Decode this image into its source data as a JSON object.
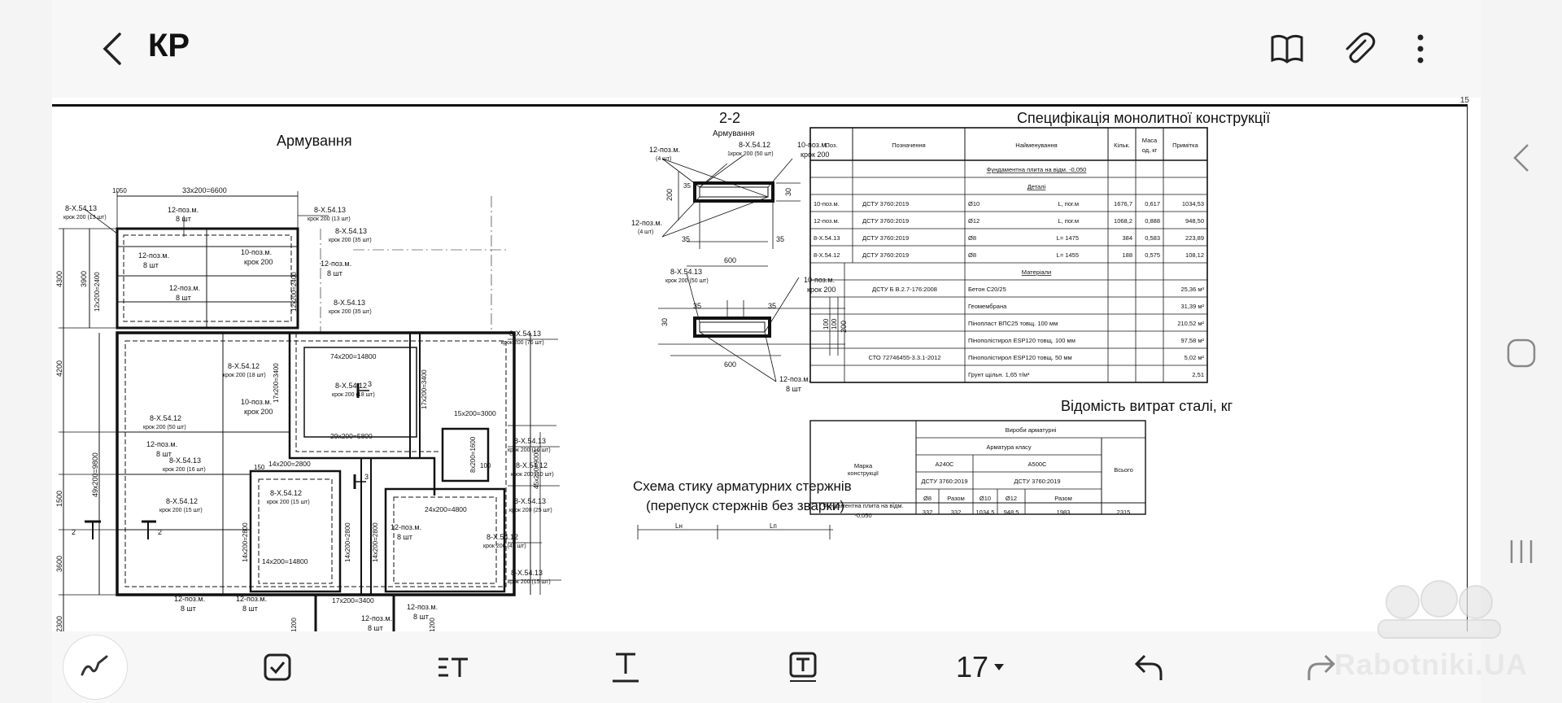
{
  "header": {
    "title": "КР",
    "icons": [
      "back-icon",
      "book-icon",
      "attachment-icon",
      "more-icon"
    ]
  },
  "page_number": "15",
  "drawing": {
    "left_title": "Армування",
    "dims": {
      "top": "33х200=6600",
      "left_a": "4300",
      "left_b": "3900",
      "left_c": "4200",
      "left_d": "49х200=9800",
      "left_e": "1500",
      "left_f": "3600",
      "left_g": "2300",
      "v1": "12х200=2400",
      "v2": "12х200=2400",
      "h1": "74х200=14800",
      "h2": "29х200=5800",
      "h3": "15х200=3000",
      "h4": "14х200=2800",
      "h5": "24х200=4800",
      "h6": "14х200=14800",
      "h7": "17х200=3400",
      "v3": "17х200=3400",
      "v4": "17х200=3400",
      "v5": "8х200=1600",
      "v6": "45х200=9000",
      "v7": "14х200=2800",
      "v8": "14х200=2800",
      "v9": "14х200=2800",
      "s1": "1050",
      "s2": "150",
      "s3": "100",
      "s4": "1200",
      "s5": "1200"
    },
    "callouts": {
      "c1": "8-Х.54.13",
      "c1b": "крок 200 (13 шт)",
      "c2": "12-поз.м.",
      "c2b": "8 шт",
      "c3": "8-Х.54.13",
      "c3b": "крок 200 (13 шт)",
      "c4": "8-Х.54.13",
      "c4b": "крок 200 (35 шт)",
      "c5": "10-поз.м.",
      "c5b": "крок 200",
      "c6": "12-поз.м.",
      "c6b": "8 шт",
      "c7": "12-поз.м.",
      "c7b": "8 шт",
      "c8": "12-поз.м.",
      "c8b": "8 шт",
      "c9": "8-Х.54.13",
      "c9b": "крок 200 (35 шт)",
      "c10": "8-Х.54.13",
      "c10b": "крок 200 (76 шт)",
      "c11": "8-Х.54.12",
      "c11b": "крок 200 (18 шт)",
      "c12": "8-Х.54.12",
      "c12b": "крок 200 (18 шт)",
      "c13": "10-поз.м.",
      "c13b": "крок 200",
      "c14": "8-Х.54.12",
      "c14b": "крок 200 (50 шт)",
      "c15": "8-Х.54.13",
      "c15b": "крок 200 (16 шт)",
      "c16": "8-Х.54.12",
      "c16b": "крок 200 (10 шт)",
      "c17": "12-поз.м.",
      "c17b": "8 шт",
      "c18": "8-Х.54.13",
      "c18b": "крок 200 (16 шт)",
      "c19": "8-Х.54.13",
      "c19b": "крок 200 (25 шт)",
      "c20": "8-Х.54.12",
      "c20b": "крок 200 (15 шт)",
      "c21": "8-Х.54.12",
      "c21b": "крок 200 (15 шт)",
      "c22": "12-поз.м.",
      "c22b": "8 шт",
      "c23": "8-Х.54.12",
      "c23b": "крок 200 (47 шт)",
      "c24": "8-Х.54.13",
      "c24b": "крок 200 (15 шт)",
      "c25": "12-поз.м.",
      "c25b": "8 шт",
      "c26": "12-поз.м.",
      "c26b": "8 шт",
      "c27": "12-поз.м.",
      "c27b": "8 шт",
      "c28": "12-поз.м.",
      "c28b": "8 шт"
    },
    "marks": {
      "m1": "3",
      "m2": "3",
      "m3": "2",
      "m4": "2"
    },
    "section": {
      "title": "2-2",
      "subtitle": "Армування",
      "a1": "12-поз.м.",
      "a1b": "(4 шт)",
      "a2": "8-Х.54.12",
      "a2b": "1крок 200 (50 шт)",
      "a3": "10-поз.м.",
      "a3b": "крок 200",
      "a4": "12-поз.м.",
      "a4b": "(4 шт)",
      "d1": "200",
      "d2": "35",
      "d3": "35",
      "d4": "35",
      "d5": "600",
      "d6": "30",
      "b1": "8-Х.54.13",
      "b1b": "крок 200 (50 шт)",
      "b2": "10-поз.м.",
      "b2b": "крок 200",
      "b3": "12-поз.м.",
      "b3b": "8 шт",
      "e1": "30",
      "e2": "35",
      "e3": "35",
      "e4": "600",
      "e5": "100",
      "e6": "100",
      "e7": "200",
      "splice_title_1": "Схема стику арматурних стержнів",
      "splice_title_2": "(перепуск стержнів без зварки)",
      "ln1": "Lн",
      "ln2": "Lп"
    }
  },
  "spec": {
    "title": "Специфікація монолитної конструкції",
    "headers": [
      "Поз.",
      "Позначення",
      "Найменування",
      "Кільк.",
      "Маса од, кг",
      "Примітка"
    ],
    "group1": "Фундаментна плита на відм. -0,050",
    "sub1": "Деталі",
    "rows1": [
      [
        "10-поз.м.",
        "ДСТУ 3760:2019",
        "Ø10",
        "L, пог.м",
        "1676,7",
        "0,617",
        "1034,53"
      ],
      [
        "12-поз.м.",
        "ДСТУ 3760:2019",
        "Ø12",
        "L, пог.м",
        "1068,2",
        "0,888",
        "948,50"
      ],
      [
        "8-Х.54.13",
        "ДСТУ 3760:2019",
        "Ø8",
        "L= 1475",
        "384",
        "0,583",
        "223,89"
      ],
      [
        "8-Х.54.12",
        "ДСТУ 3760:2019",
        "Ø8",
        "L= 1455",
        "188",
        "0,575",
        "108,12"
      ]
    ],
    "sub2": "Матеріали",
    "rows2": [
      [
        "ДСТУ Б В.2.7-176:2008",
        "Бетон С20/25",
        "25,36 м³"
      ],
      [
        "",
        "Геомембрана",
        "31,39 м²"
      ],
      [
        "",
        "Пінопласт ВПС25 товщ. 100 мм",
        "210,52 м²"
      ],
      [
        "",
        "Пінополістирол ESP120 товщ. 100 мм",
        "97,58 м²"
      ],
      [
        "СТО 72746455-3.3.1-2012",
        "Пінополістирол ESP120 товщ. 50 мм",
        "5,02 м²"
      ],
      [
        "",
        "Грунт щільн. 1,65 т/м³",
        "2,51"
      ]
    ]
  },
  "steel": {
    "title": "Відомість витрат сталі, кг",
    "h_mark": "Марка конструкції",
    "h_products": "Вироби арматурні",
    "h_class": "Арматура класу",
    "h_a240": "А240С",
    "h_a500": "А500С",
    "h_std1": "ДСТУ 3760:2019",
    "h_std2": "ДСТУ 3760:2019",
    "h_total": "Всього",
    "cols": [
      "Ø8",
      "Разом",
      "Ø10",
      "Ø12",
      "Разом"
    ],
    "row_label": "Фундаментна плита на відм. -0,050",
    "row_values": [
      "332",
      "332",
      "1034,5",
      "948,5",
      "1983",
      "2315"
    ]
  },
  "toolbar": {
    "font_size": "17",
    "tools": [
      "pen-icon",
      "checkbox-icon",
      "text-align-icon",
      "text-underline-icon",
      "text-box-icon",
      "font-size",
      "undo-icon",
      "redo-icon"
    ]
  },
  "watermark": {
    "text": "Rabotniki.UA"
  }
}
